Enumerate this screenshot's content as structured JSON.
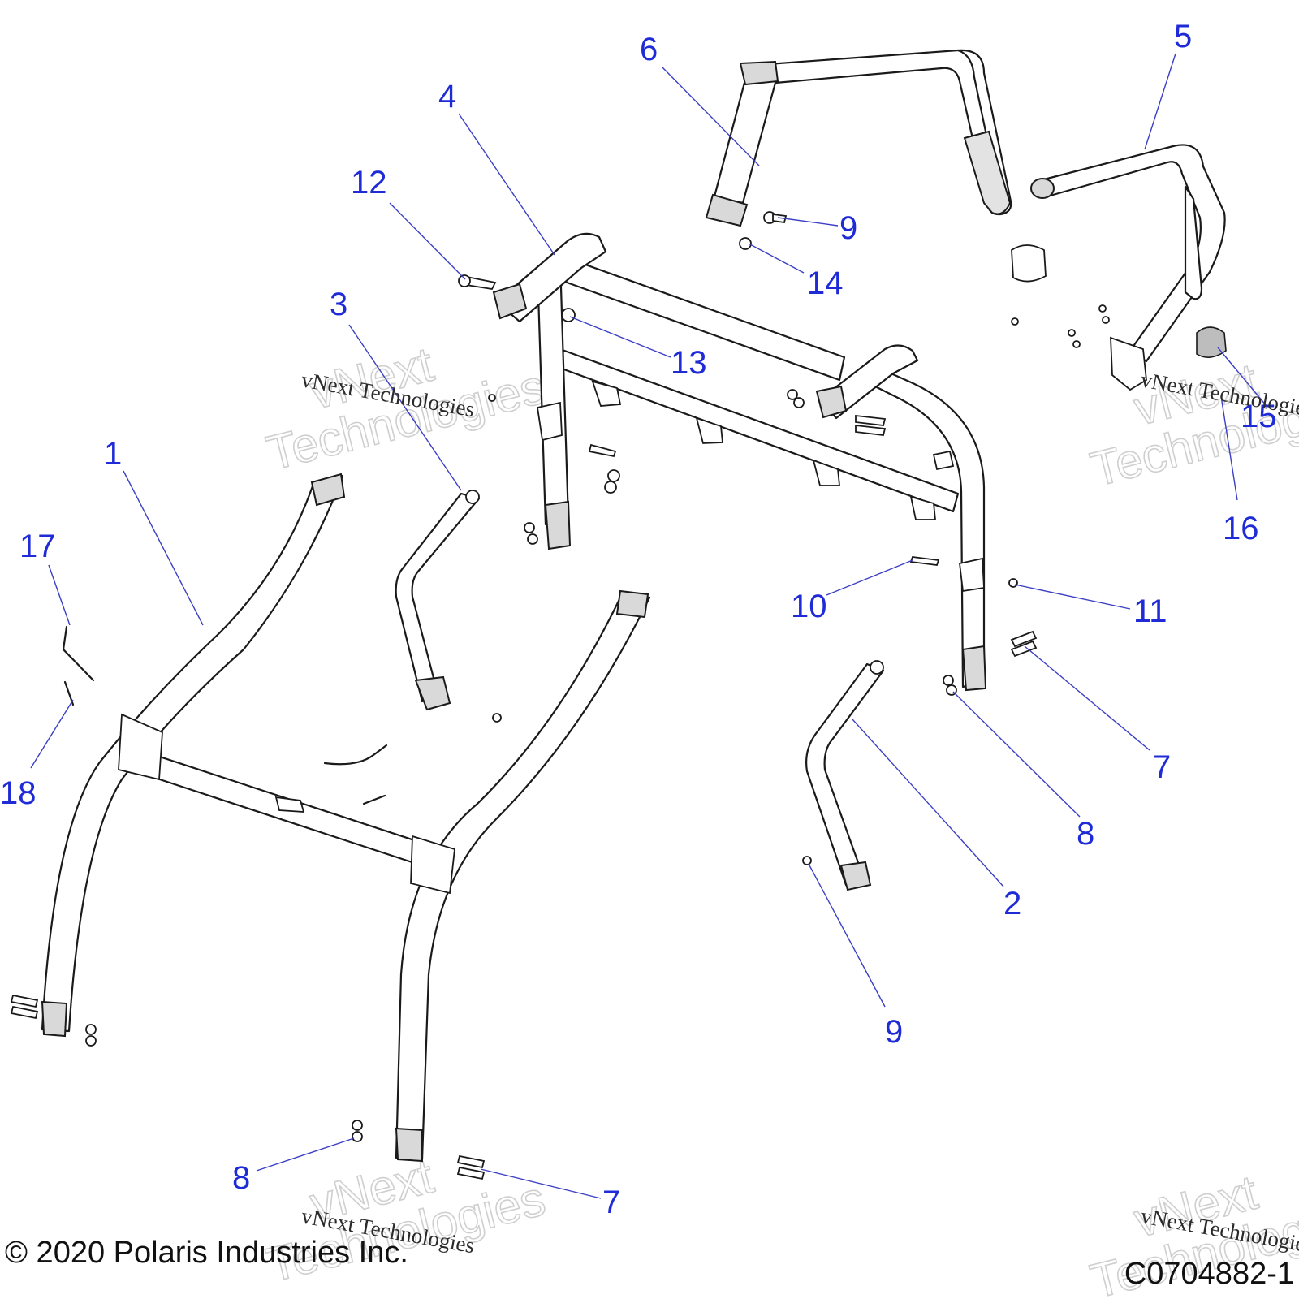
{
  "copyright": "© 2020 Polaris Industries  Inc.",
  "figure_code": "C0704882-1",
  "watermark": {
    "line1": "vNext",
    "line2": "Technologies",
    "caption": "vNext Technologies"
  },
  "colors": {
    "callout": "#1e2bd6",
    "leader": "#3b3fc4",
    "line_art": "#1a1a1a",
    "watermark_outline": "#cfcfcf"
  },
  "callouts": [
    {
      "id": "c6",
      "label": "6"
    },
    {
      "id": "c5",
      "label": "5"
    },
    {
      "id": "c4",
      "label": "4"
    },
    {
      "id": "c12",
      "label": "12"
    },
    {
      "id": "c9a",
      "label": "9"
    },
    {
      "id": "c14",
      "label": "14"
    },
    {
      "id": "c3",
      "label": "3"
    },
    {
      "id": "c13",
      "label": "13"
    },
    {
      "id": "c1",
      "label": "1"
    },
    {
      "id": "c15",
      "label": "15"
    },
    {
      "id": "c16",
      "label": "16"
    },
    {
      "id": "c17",
      "label": "17"
    },
    {
      "id": "c10",
      "label": "10"
    },
    {
      "id": "c11",
      "label": "11"
    },
    {
      "id": "c7a",
      "label": "7"
    },
    {
      "id": "c18",
      "label": "18"
    },
    {
      "id": "c8a",
      "label": "8"
    },
    {
      "id": "c2",
      "label": "2"
    },
    {
      "id": "c9b",
      "label": "9"
    },
    {
      "id": "c8b",
      "label": "8"
    },
    {
      "id": "c7b",
      "label": "7"
    }
  ]
}
